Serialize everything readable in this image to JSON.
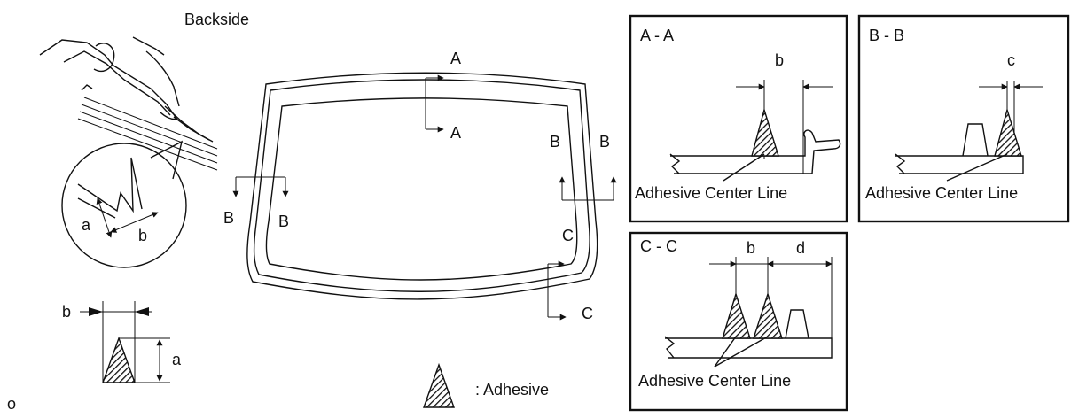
{
  "backside_label": "Backside",
  "figure_code": "o",
  "legend": {
    "text": ": Adhesive"
  },
  "detail_labels": {
    "a": "a",
    "b": "b"
  },
  "section_marks": {
    "a_top": "A",
    "a_bottom": "A",
    "b_left_1": "B",
    "b_left_2": "B",
    "b_right_1": "B",
    "b_right_2": "B",
    "c_top": "C",
    "c_bottom": "C"
  },
  "sections": {
    "aa": {
      "title": "A - A",
      "dim": "b",
      "caption": "Adhesive Center Line"
    },
    "bb": {
      "title": "B - B",
      "dim": "c",
      "caption": "Adhesive Center Line"
    },
    "cc": {
      "title": "C - C",
      "dim1": "b",
      "dim2": "d",
      "caption": "Adhesive Center Line"
    }
  }
}
